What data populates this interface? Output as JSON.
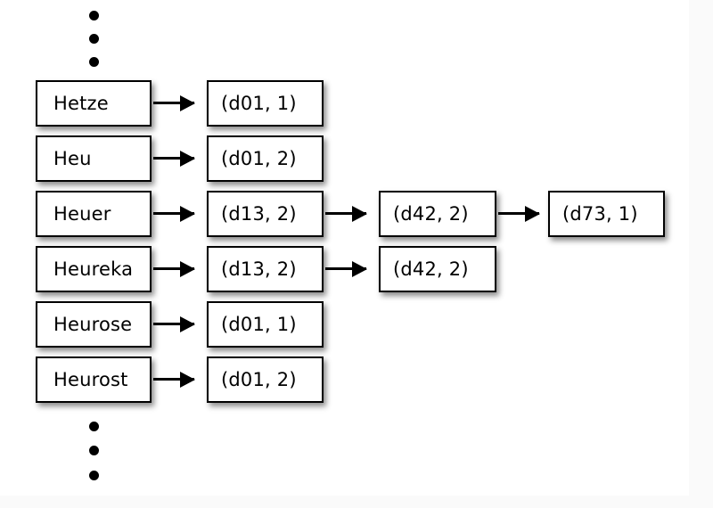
{
  "diagram": {
    "title": "inverted-index-postings-diagram",
    "colors": {
      "page_background": "#fafafa",
      "canvas_background": "#ffffff",
      "box_fill": "#ffffff",
      "box_border": "#000000",
      "text": "#000000"
    },
    "dots_top": [
      "dot",
      "dot",
      "dot"
    ],
    "dots_bottom": [
      "dot",
      "dot",
      "dot"
    ],
    "dictionary": [
      {
        "term": "Hetze"
      },
      {
        "term": "Heu"
      },
      {
        "term": "Heuer"
      },
      {
        "term": "Heureka"
      },
      {
        "term": "Heurose"
      },
      {
        "term": "Heurost"
      }
    ],
    "postings_col1": [
      {
        "posting": "(d01, 1)"
      },
      {
        "posting": "(d01, 2)"
      },
      {
        "posting": "(d13, 2)"
      },
      {
        "posting": "(d13, 2)"
      },
      {
        "posting": "(d01, 1)"
      },
      {
        "posting": "(d01, 2)"
      }
    ],
    "postings_col2": [
      {
        "posting": "(d42, 2)"
      },
      {
        "posting": "(d42, 2)"
      }
    ],
    "postings_col3": [
      {
        "posting": "(d73, 1)"
      }
    ],
    "arrows": [
      {
        "from": "Hetze",
        "to": "(d01, 1)"
      },
      {
        "from": "Heu",
        "to": "(d01, 2)"
      },
      {
        "from": "Heuer",
        "to": "(d13, 2)"
      },
      {
        "from": "Heureka",
        "to": "(d13, 2)"
      },
      {
        "from": "Heurose",
        "to": "(d01, 1)"
      },
      {
        "from": "Heurost",
        "to": "(d01, 2)"
      },
      {
        "from": "(d13, 2)",
        "to": "(d42, 2)"
      },
      {
        "from": "(d13, 2)",
        "to": "(d42, 2)"
      },
      {
        "from": "(d42, 2)",
        "to": "(d73, 1)"
      }
    ]
  }
}
